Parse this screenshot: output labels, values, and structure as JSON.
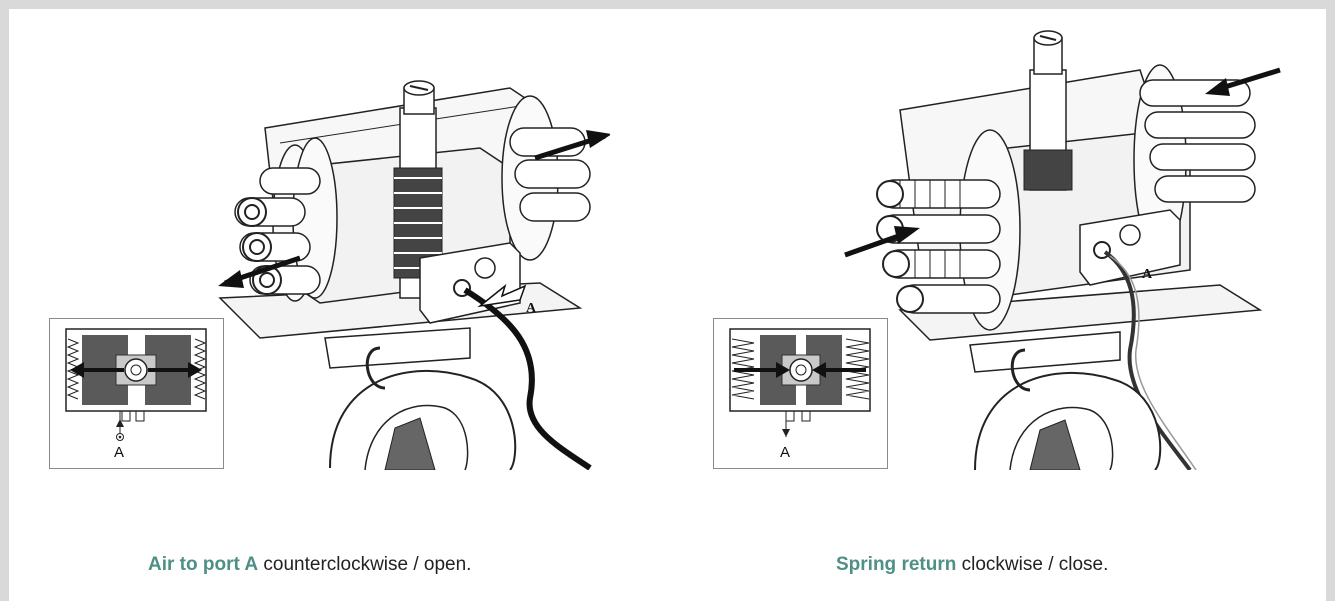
{
  "panels": [
    {
      "caption_highlight": "Air to port A",
      "caption_rest": " counterclockwise / open.",
      "port_label": "A",
      "inset_label": "A",
      "arrow_direction": "outward"
    },
    {
      "caption_highlight": "Spring return",
      "caption_rest": " clockwise / close.",
      "port_label": "A",
      "inset_label": "A",
      "arrow_direction": "inward"
    }
  ],
  "colors": {
    "highlight": "#4e8f86",
    "frame": "#d9d9d9",
    "piston": "#5a5a5a"
  }
}
